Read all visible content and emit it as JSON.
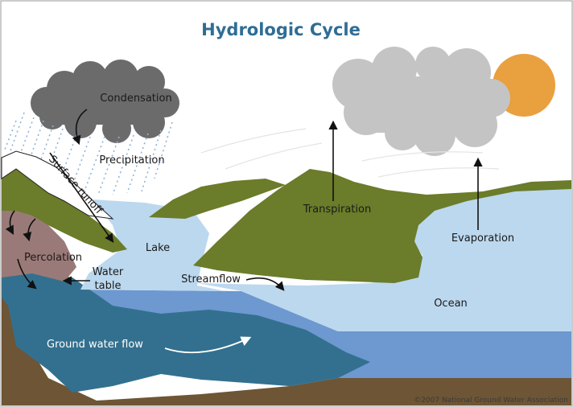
{
  "title": "Hydrologic Cycle",
  "labels": {
    "condensation": "Condensation",
    "precipitation": "Precipitation",
    "surface_runoff": "Surface runoff",
    "percolation": "Percolation",
    "water_table_line1": "Water",
    "water_table_line2": "table",
    "lake": "Lake",
    "streamflow": "Streamflow",
    "transpiration": "Transpiration",
    "evaporation": "Evaporation",
    "ocean": "Ocean",
    "ground_water_flow": "Ground water flow"
  },
  "copyright": "©2007 National Ground Water Association",
  "colors": {
    "title": "#2f6d96",
    "sky": "#ffffff",
    "land_green": "#6b7c2a",
    "soil_brown": "#6e5535",
    "percolation_mauve": "#9a7a78",
    "groundwater_dark": "#33708f",
    "water_mid": "#6d98d0",
    "water_light": "#bcd8ee",
    "cloud_dark": "#6b6b6b",
    "cloud_light": "#c4c4c4",
    "sun": "#e9a03e",
    "rain": "#8fb3d8"
  }
}
